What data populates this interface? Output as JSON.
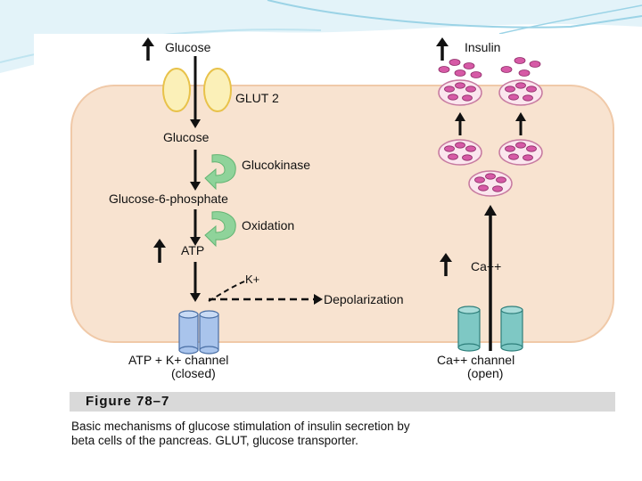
{
  "diagram": {
    "labels": {
      "glucose_top": "Glucose",
      "glut2": "GLUT 2",
      "glucose_inner": "Glucose",
      "glucokinase": "Glucokinase",
      "g6p": "Glucose-6-phosphate",
      "oxidation": "Oxidation",
      "atp": "ATP",
      "k_plus": "K+",
      "depolarization": "Depolarization",
      "insulin": "Insulin",
      "ca_inner": "Ca++",
      "atp_channel_line1": "ATP + K+ channel",
      "atp_channel_line2": "(closed)",
      "ca_channel_line1": "Ca++ channel",
      "ca_channel_line2": "(open)"
    },
    "colors": {
      "cell_fill": "#f8e3d0",
      "cell_stroke": "#f0c9a8",
      "glut_fill": "#fbf0b8",
      "glut_stroke": "#e8c24a",
      "green_arrow": "#8fd39a",
      "k_channel": "#a9c4ec",
      "ca_channel": "#7ec8c4",
      "granule_pink": "#d65aa6",
      "vesicle_fill": "#fbe6ee"
    }
  },
  "figure": {
    "label": "Figure 78–7",
    "caption_line1": "Basic mechanisms of glucose stimulation of insulin secretion by",
    "caption_line2": "beta cells of the pancreas. GLUT, glucose transporter."
  }
}
